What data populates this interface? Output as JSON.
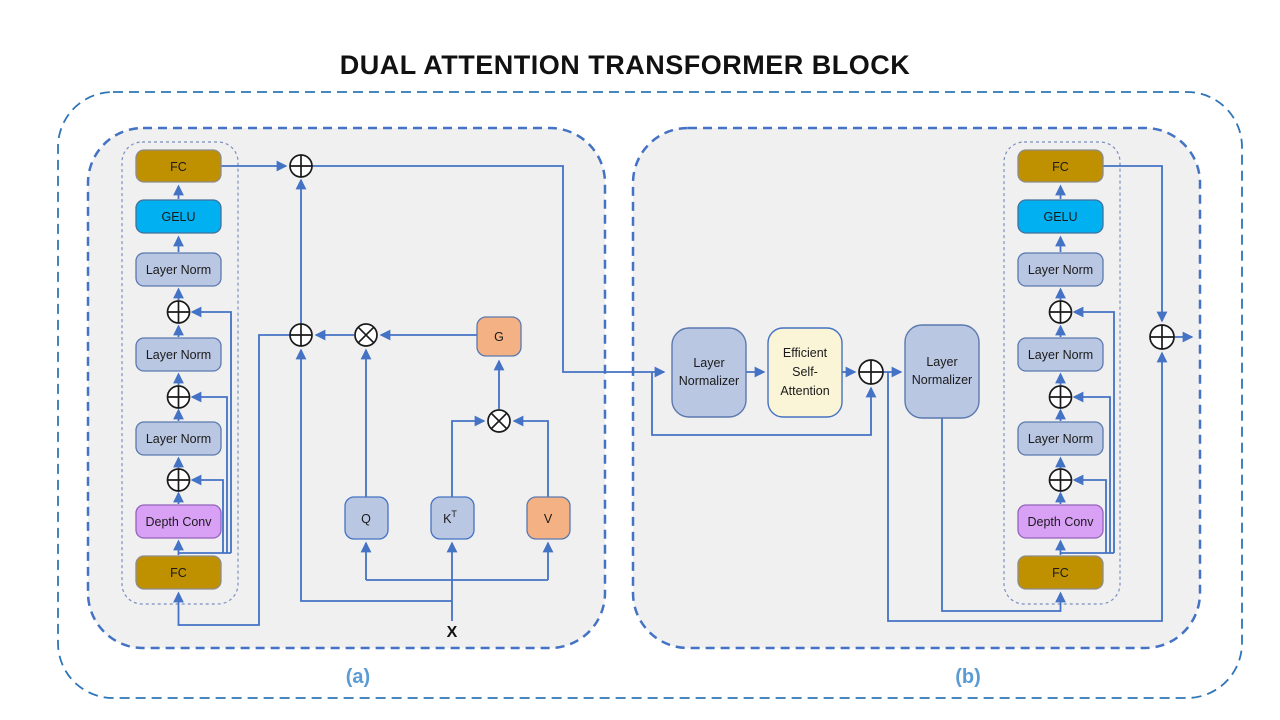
{
  "title": "DUAL ATTENTION TRANSFORMER BLOCK",
  "colors": {
    "flow_line": "#4472c4",
    "outer_border": "#2e75b6",
    "block_border": "#4472c4",
    "inner_border": "#7a8fc0",
    "block_fill": "#f1f0f0",
    "fc": "#bf9000",
    "gelu": "#00b0f0",
    "layer_norm": "#b9c7e2",
    "depth_conv": "#d9a1f5",
    "orange": "#f4b183",
    "attention_fill": "#faf5d7",
    "sub_label": "#5b9bd5",
    "operator": "#1a1a1a"
  },
  "operators": {
    "add_icon": "circle-plus",
    "multiply_icon": "circle-times"
  },
  "block_a": {
    "label": "(a)",
    "input_label": "X",
    "ffn_stack": {
      "fc_top": "FC",
      "gelu": "GELU",
      "ln_top": "Layer Norm",
      "ln_mid": "Layer Norm",
      "ln_bottom": "Layer Norm",
      "depth_conv": "Depth Conv",
      "fc_bottom": "FC"
    },
    "attention": {
      "q": "Q",
      "k_base": "K",
      "k_sup": "T",
      "v": "V",
      "gate": "G"
    }
  },
  "block_b": {
    "label": "(b)",
    "layer_normalizer_1": {
      "line1": "Layer",
      "line2": "Normalizer"
    },
    "efficient_self_attention": {
      "line1": "Efficient",
      "line2": "Self-",
      "line3": "Attention"
    },
    "layer_normalizer_2": {
      "line1": "Layer",
      "line2": "Normalizer"
    },
    "ffn_stack": {
      "fc_top": "FC",
      "gelu": "GELU",
      "ln_top": "Layer Norm",
      "ln_mid": "Layer Norm",
      "ln_bottom": "Layer Norm",
      "depth_conv": "Depth Conv",
      "fc_bottom": "FC"
    }
  }
}
